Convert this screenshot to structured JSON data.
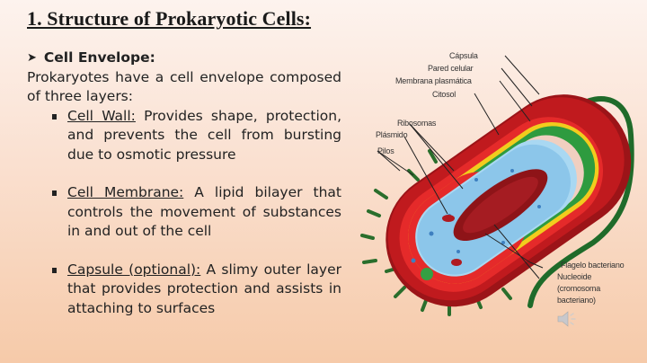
{
  "title": "1. Structure of Prokaryotic Cells:",
  "section": {
    "heading": "Cell Envelope:",
    "intro": "Prokaryotes have a cell envelope composed of three layers:",
    "items": [
      {
        "term": "Cell Wall:",
        "text": " Provides shape, protection, and prevents the cell from bursting due to osmotic pressure"
      },
      {
        "term": "Cell Membrane:",
        "text": " A lipid bilayer that controls the movement of substances in and out of the cell"
      },
      {
        "term": "Capsule (optional):",
        "text": " A slimy outer layer that provides protection and assists in attaching to surfaces"
      }
    ]
  },
  "diagram": {
    "labels": {
      "capsula": "Cápsula",
      "pared": "Pared celular",
      "membrana": "Membrana plasmática",
      "citosol": "Citosol",
      "ribosomas": "Ribosomas",
      "plasmido": "Plásmido",
      "pilos": "Pilos",
      "flagelo": "Flagelo bacteriano",
      "nucleoide1": "Nucleoide",
      "nucleoide2": "(cromosoma",
      "nucleoide3": "bacteriano)"
    }
  },
  "icons": {
    "audio": "speaker-icon"
  },
  "colors": {
    "capsule": "#b8191c",
    "wall": "#e8262a",
    "membrane_yellow": "#f2cc1d",
    "membrane_green": "#2e9b3f",
    "cytosol": "#9dd0ee",
    "nucleoid": "#8e1418",
    "flagellum": "#1f6b2a"
  }
}
